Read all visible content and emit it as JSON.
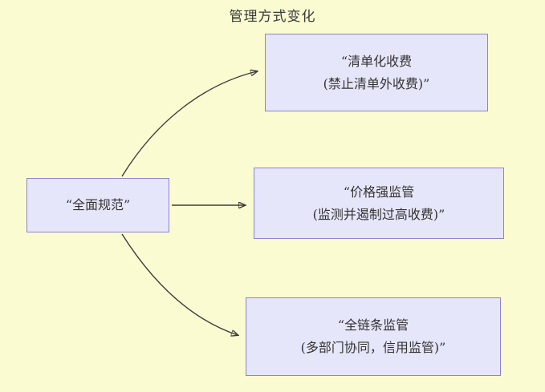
{
  "title": "管理方式变化",
  "colors": {
    "background": "#FBFBD2",
    "box_fill": "#E6E6FA",
    "box_border": "#8F84C8",
    "text": "#333333",
    "arrow": "#3C3C3C"
  },
  "nodes": {
    "source": {
      "label": "“全面规范”"
    },
    "targets": [
      {
        "line1": "“清单化收费",
        "line2": "(禁止清单外收费)”"
      },
      {
        "line1": "“价格强监管",
        "line2": "(监测并遏制过高收费)”"
      },
      {
        "line1": "“全链条监管",
        "line2": "(多部门协同，信用监管)”"
      }
    ]
  }
}
